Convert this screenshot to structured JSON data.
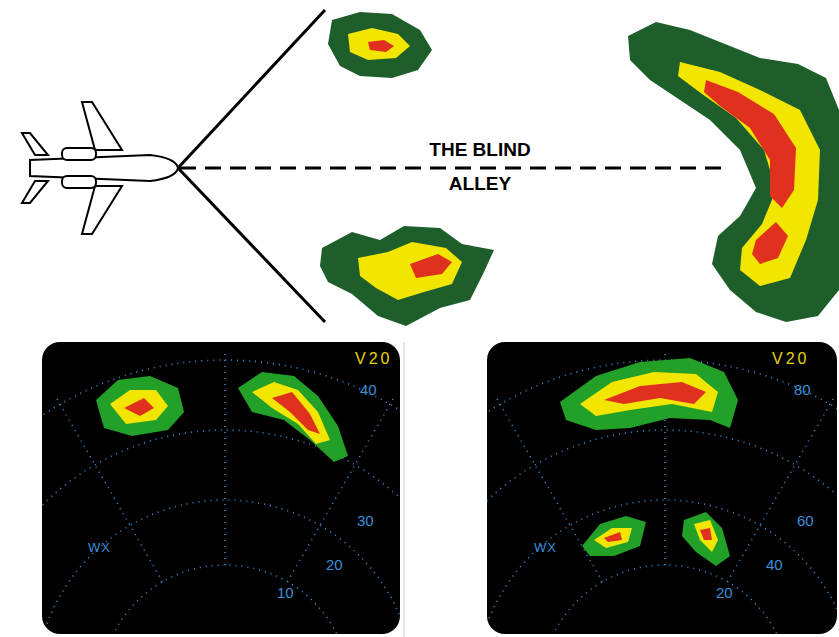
{
  "diagram": {
    "labels": [
      "THE BLIND ALLEY",
      "V20",
      "40",
      "30",
      "20",
      "10",
      "WX",
      "V20",
      "80",
      "60",
      "40",
      "20",
      "WX"
    ]
  }
}
